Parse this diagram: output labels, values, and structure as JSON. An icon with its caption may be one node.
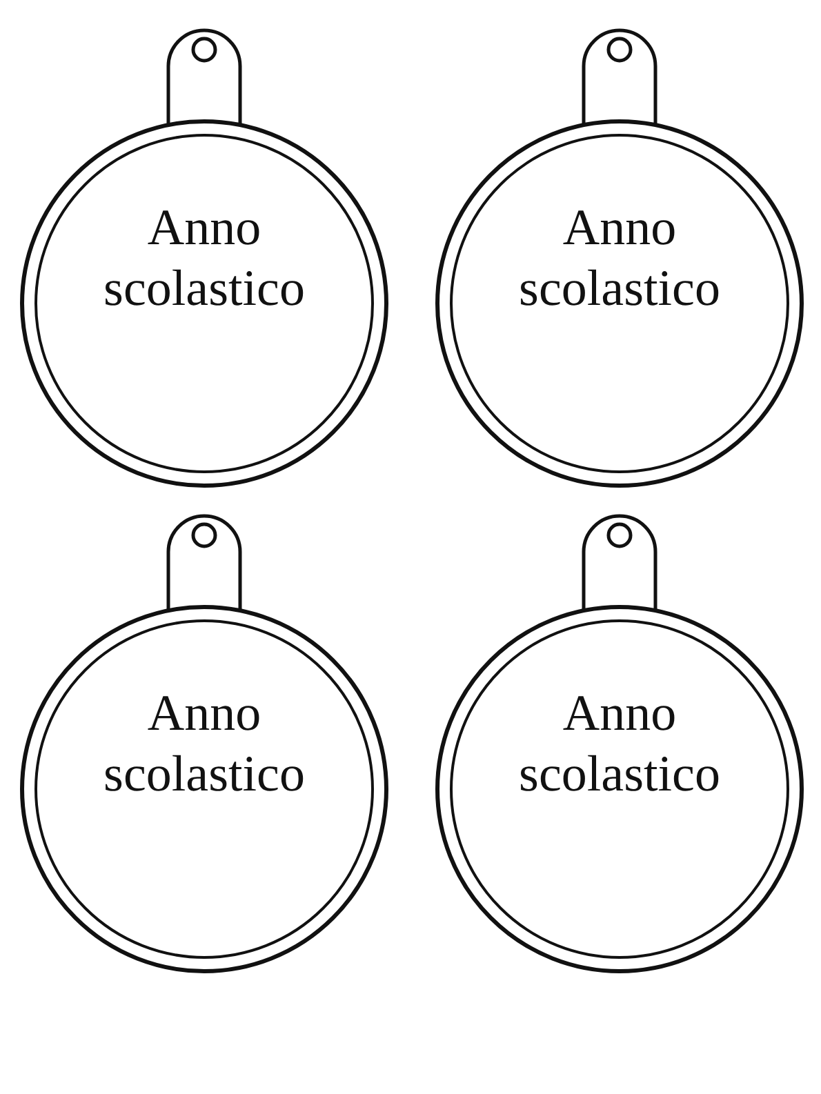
{
  "diagram": {
    "nodes": [
      {
        "text": [
          "Anno scolastico"
        ]
      },
      {
        "text": [
          "Anno scolastico"
        ]
      },
      {
        "text": [
          "Anno scolastico"
        ]
      },
      {
        "text": [
          "Anno scolastico"
        ]
      }
    ]
  }
}
